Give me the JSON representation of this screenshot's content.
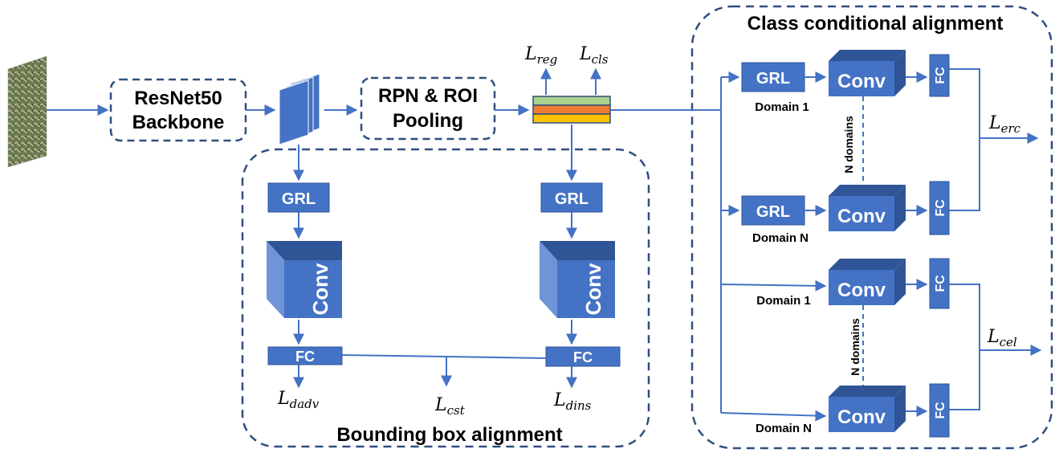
{
  "input_image": {
    "icon": "aerial-photo-thumbnail"
  },
  "backbone": {
    "label_line1": "ResNet50",
    "label_line2": "Backbone"
  },
  "feature_maps": {
    "icon": "stacked-feature-maps"
  },
  "rpn": {
    "label_line1": "RPN & ROI",
    "label_line2": "Pooling"
  },
  "roi_features": {
    "icon": "stacked-colored-bars",
    "colors": [
      "#a9d18e",
      "#ed7d31",
      "#ffc000"
    ]
  },
  "losses": {
    "reg": {
      "base": "L",
      "sub": "reg"
    },
    "cls": {
      "base": "L",
      "sub": "cls"
    },
    "dadv": {
      "base": "L",
      "sub": "dadv"
    },
    "cst": {
      "base": "L",
      "sub": "cst"
    },
    "dins": {
      "base": "L",
      "sub": "dins"
    },
    "erc": {
      "base": "L",
      "sub": "erc"
    },
    "cel": {
      "base": "L",
      "sub": "cel"
    }
  },
  "bbox_alignment": {
    "title": "Bounding box alignment",
    "left": {
      "grl": "GRL",
      "conv": "Conv",
      "fc": "FC"
    },
    "right": {
      "grl": "GRL",
      "conv": "Conv",
      "fc": "FC"
    }
  },
  "class_alignment": {
    "title": "Class conditional alignment",
    "upper": {
      "domain1_label": "Domain 1",
      "domainN_label": "Domain N",
      "grl": "GRL",
      "conv": "Conv",
      "fc": "FC",
      "n_domains": "N domains"
    },
    "lower": {
      "domain1_label": "Domain 1",
      "domainN_label": "Domain N",
      "conv": "Conv",
      "fc": "FC",
      "n_domains": "N domains"
    }
  },
  "colors": {
    "block": "#4472c4",
    "block_light": "#6f94d8",
    "block_dark": "#2f5597",
    "border": "#2f4f7f",
    "line": "#4472c4"
  }
}
